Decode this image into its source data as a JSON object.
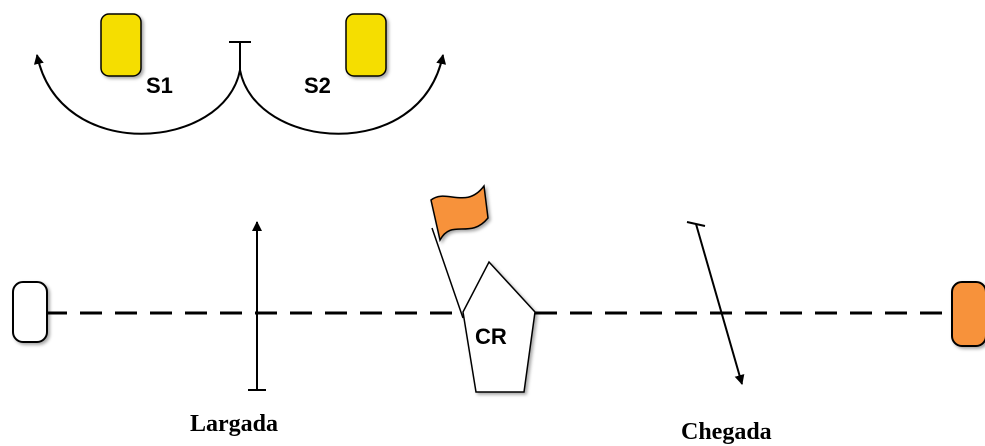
{
  "labels": {
    "s1": "S1",
    "s2": "S2",
    "committee_boat": "CR",
    "start": "Largada",
    "finish": "Chegada"
  },
  "colors": {
    "mark_yellow": "#f5de00",
    "mark_orange": "#f7923a",
    "flag_orange": "#f7923a",
    "pin_white": "#ffffff",
    "stroke": "#000000"
  },
  "icons": {
    "pin_end": "rounded-rect-buoy",
    "finish_mark": "rounded-rect-buoy",
    "committee_boat": "pentagon-boat",
    "flag": "pennant-flag"
  }
}
